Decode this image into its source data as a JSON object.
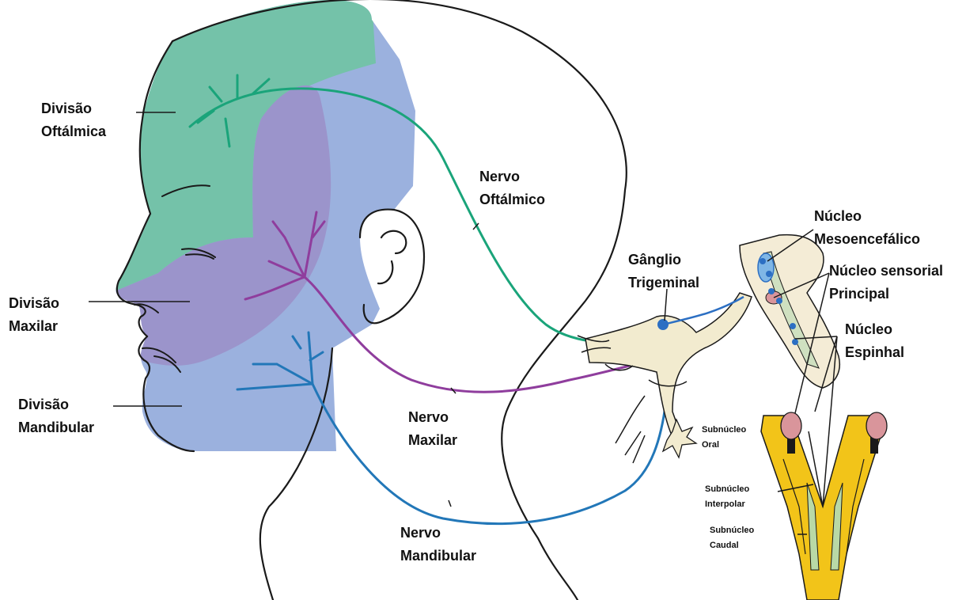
{
  "labels": {
    "divisao_oftalmica": "Divisão\nOftálmica",
    "divisao_maxilar": "Divisão\nMaxilar",
    "divisao_mandibular": "Divisão\nMandibular",
    "nervo_oftalmico": "Nervo\nOftálmico",
    "nervo_maxilar": "Nervo\nMaxilar",
    "nervo_mandibular": "Nervo\nMandibular",
    "ganglio_trigeminal": "Gânglio\nTrigeminal",
    "nucleo_mesoencefalico": "Núcleo\nMesoencefálico",
    "nucleo_sensorial_principal": "Núcleo sensorial\nPrincipal",
    "nucleo_espinhal": "Núcleo\nEspinhal",
    "subnucleo_oral": "Subnúcleo\nOral",
    "subnucleo_interpolar": "Subnúcleo\nInterpolar",
    "subnucleo_caudal": "Subnúcleo\nCaudal"
  },
  "colors": {
    "ophthalmic_zone": "#74c2a9",
    "maxillary_zone": "#9b94cb",
    "mandibular_zone": "#9bb1de",
    "ophthalmic_nerve": "#1aa47a",
    "maxillary_nerve": "#8f3d9d",
    "mandibular_nerve": "#2277b8",
    "ganglion_fill": "#f2ebcf",
    "brainstem_fill": "#f4ecd6",
    "nucleus_blue": "#2c6fc3",
    "nucleus_pink": "#d9959b",
    "spinal_cord_yellow": "#f2c419",
    "outline": "#1a1a1a"
  }
}
